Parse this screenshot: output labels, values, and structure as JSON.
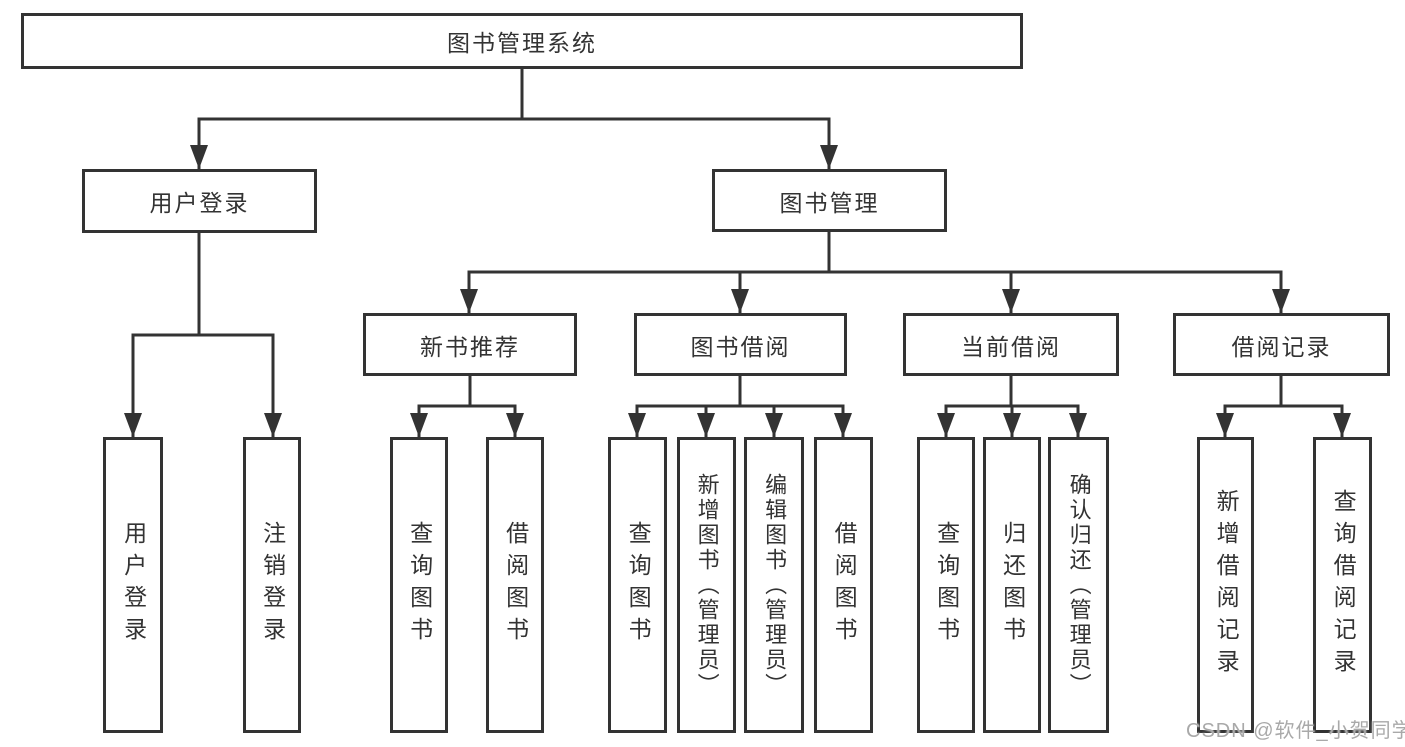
{
  "tree": {
    "root": {
      "label": "图书管理系统"
    },
    "branches": [
      {
        "label": "用户登录",
        "children": [
          {
            "label": "用户登录"
          },
          {
            "label": "注销登录"
          }
        ]
      },
      {
        "label": "图书管理",
        "children": [
          {
            "label": "新书推荐",
            "children": [
              {
                "label": "查询图书"
              },
              {
                "label": "借阅图书"
              }
            ]
          },
          {
            "label": "图书借阅",
            "children": [
              {
                "label": "查询图书"
              },
              {
                "label": "新增图书（管理员）"
              },
              {
                "label": "编辑图书（管理员）"
              },
              {
                "label": "借阅图书"
              }
            ]
          },
          {
            "label": "当前借阅",
            "children": [
              {
                "label": "查询图书"
              },
              {
                "label": "归还图书"
              },
              {
                "label": "确认归还（管理员）"
              }
            ]
          },
          {
            "label": "借阅记录",
            "children": [
              {
                "label": "新增借阅记录"
              },
              {
                "label": "查询借阅记录"
              }
            ]
          }
        ]
      }
    ]
  },
  "watermark": "CSDN @软件_小贺同学",
  "colors": {
    "line": "#333333",
    "box_border": "#333333",
    "text": "#333333",
    "watermark": "#a9a9a9",
    "background": "#ffffff"
  }
}
